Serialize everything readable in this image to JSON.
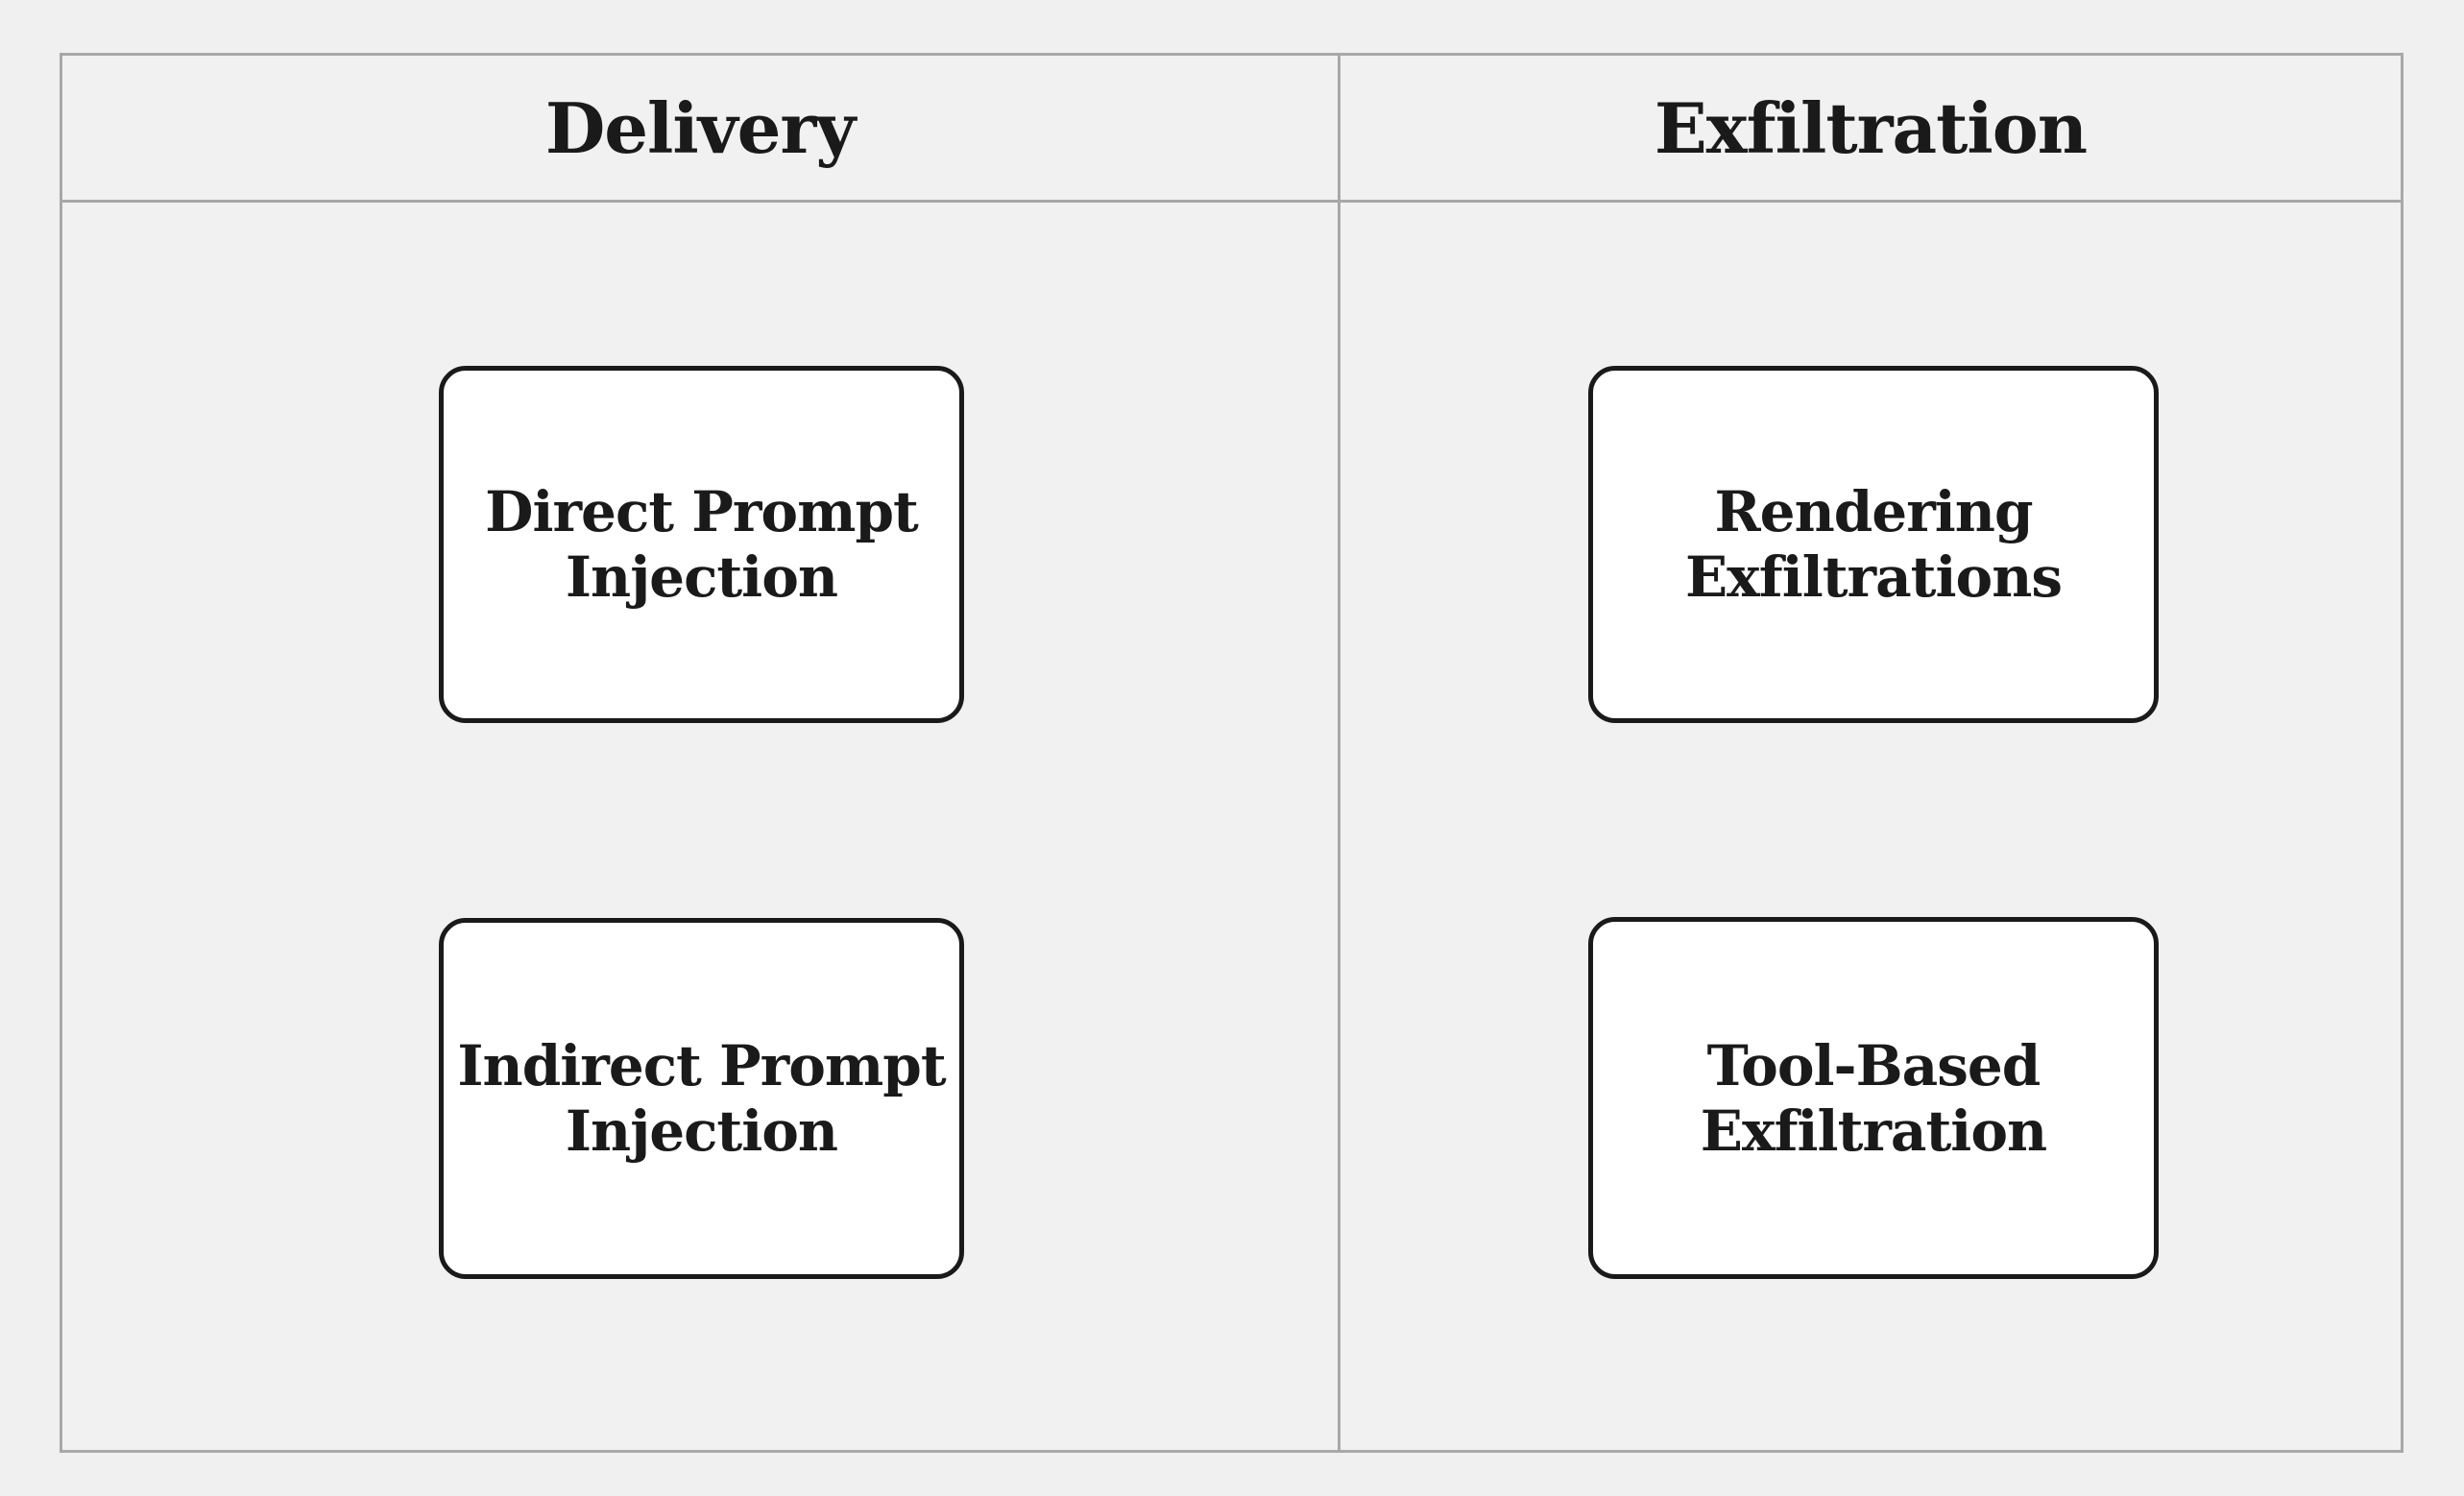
{
  "diagram": {
    "type": "two-column attack-stage matrix",
    "columns": [
      {
        "header": "Delivery",
        "nodes": [
          {
            "label": "Direct Prompt Injection",
            "lines": [
              "Direct Prompt",
              "Injection"
            ]
          },
          {
            "label": "Indirect Prompt Injection",
            "lines": [
              "Indirect Prompt",
              "Injection"
            ]
          }
        ]
      },
      {
        "header": "Exfiltration",
        "nodes": [
          {
            "label": "Rendering Exfiltrations",
            "lines": [
              "Rendering",
              "Exfiltrations"
            ]
          },
          {
            "label": "Tool-Based Exfiltration",
            "lines": [
              "Tool-Based",
              "Exfiltration"
            ]
          }
        ]
      }
    ],
    "colors": {
      "page_background": "#f0f0f0",
      "cell_background": "#f1f1f1",
      "grid_border": "#a8a8a8",
      "node_background": "#ffffff",
      "node_border": "#1a1a1a",
      "text": "#1a1a1a"
    }
  }
}
